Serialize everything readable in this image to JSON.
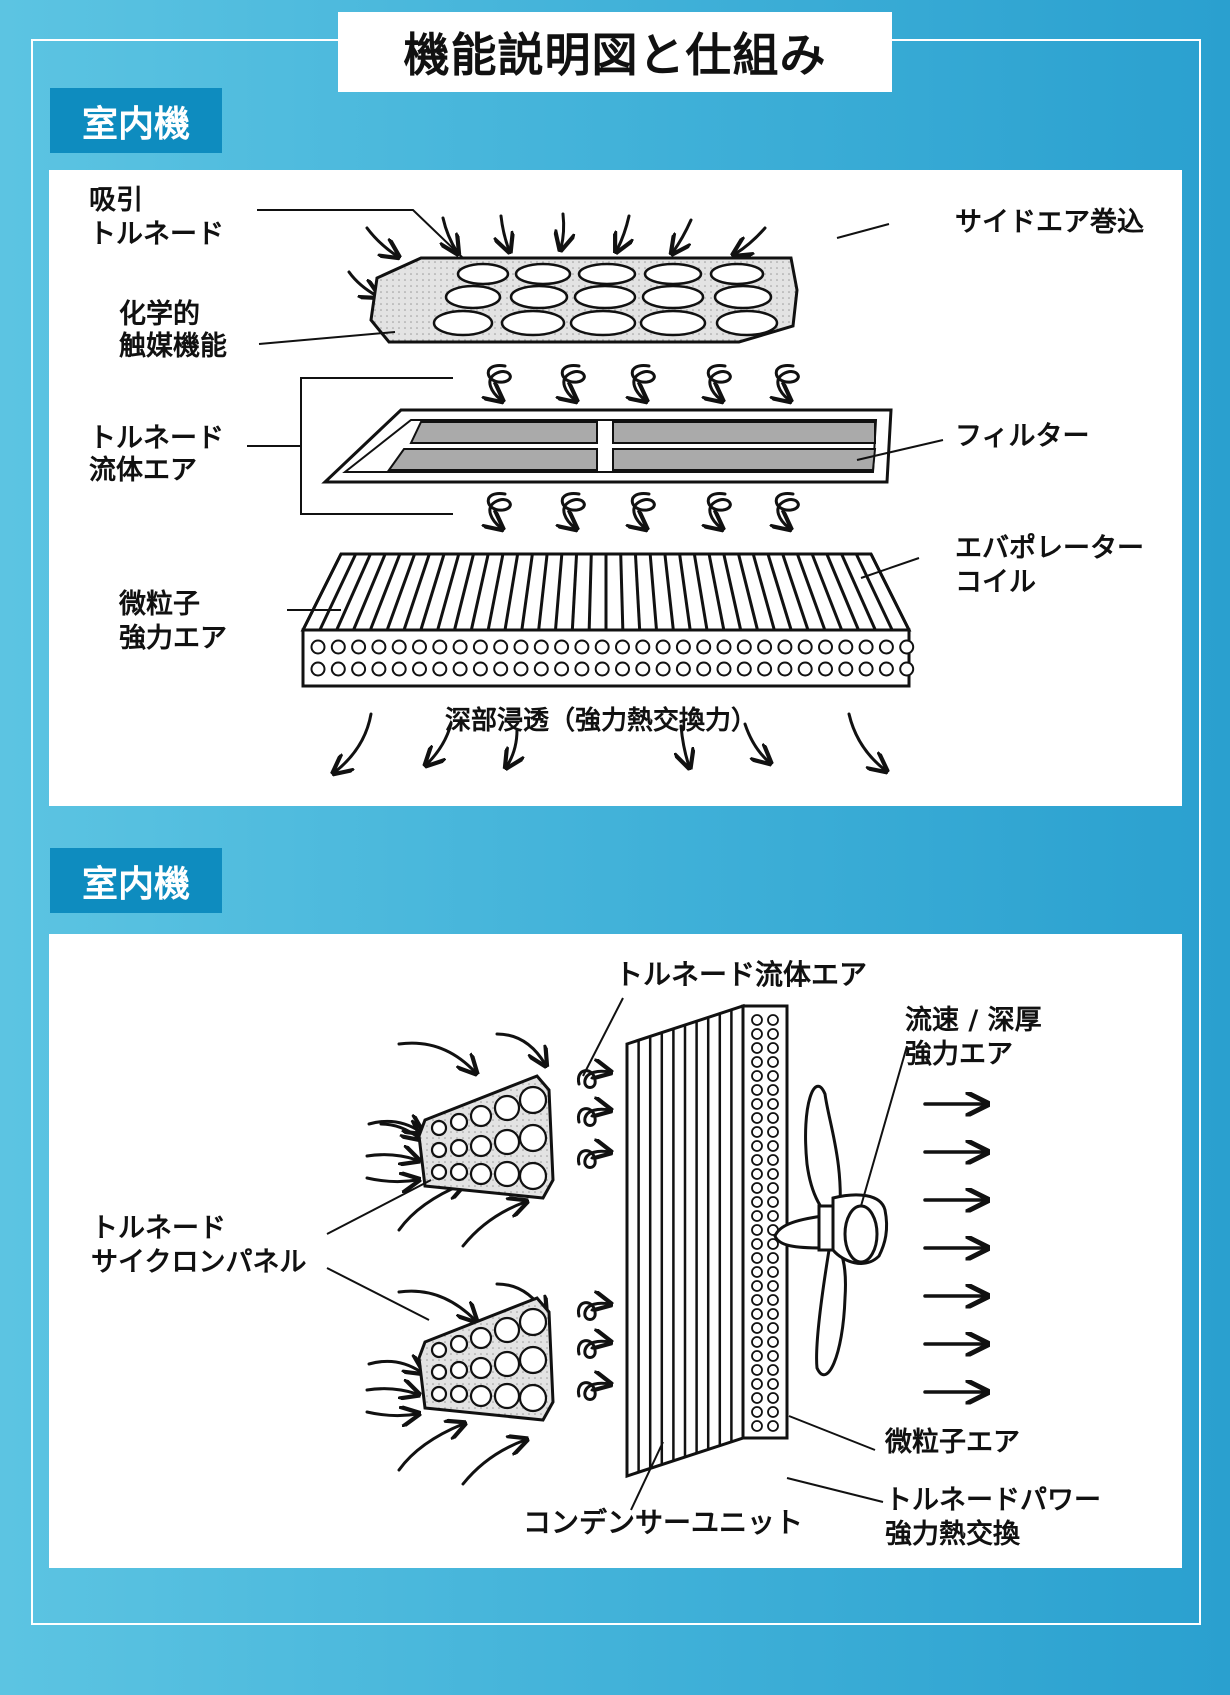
{
  "title": "機能説明図と仕組み",
  "sections": [
    {
      "tag": "室内機",
      "labels": {
        "suction_l1": "吸引",
        "suction_l2": "トルネード",
        "catalyst_l1": "化学的",
        "catalyst_l2": "触媒機能",
        "tornado_l1": "トルネード",
        "tornado_l2": "流体エア",
        "particle_l1": "微粒子",
        "particle_l2": "強力エア",
        "side_air": "サイドエア巻込",
        "filter": "フィルター",
        "evap_l1": "エバポレーター",
        "evap_l2": "コイル",
        "deep": "深部浸透（強力熱交換力）"
      }
    },
    {
      "tag": "室内機",
      "labels": {
        "tornado_air": "トルネード流体エア",
        "flow_l1": "流速 / 深厚",
        "flow_l2": "強力エア",
        "cyclone_l1": "トルネード",
        "cyclone_l2": "サイクロンパネル",
        "particle_air": "微粒子エア",
        "power_l1": "トルネードパワー",
        "power_l2": "強力熱交換",
        "condenser": "コンデンサーユニット"
      }
    }
  ]
}
